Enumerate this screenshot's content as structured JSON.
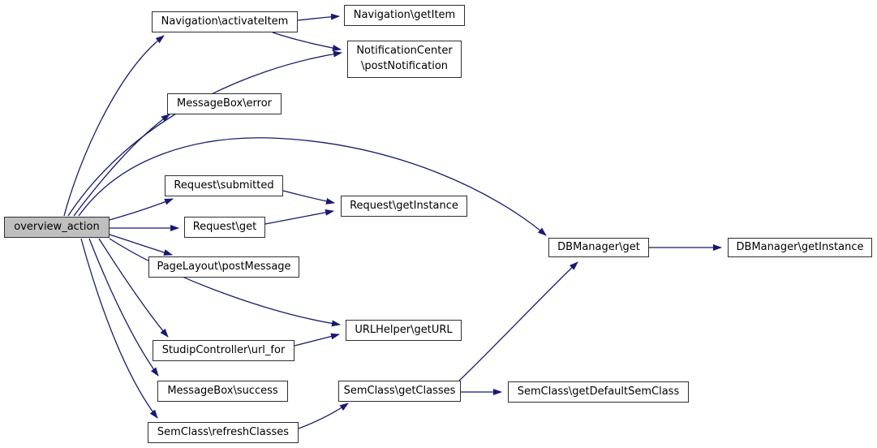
{
  "diagram": {
    "type": "call-graph",
    "colors": {
      "background": "#ffffff",
      "edge": "#191970",
      "node_border": "#2e2e2e",
      "node_fill": "#ffffff",
      "highlight_fill": "#bfbfbf",
      "text": "#000000"
    },
    "nodes": [
      {
        "id": "overview_action",
        "label": "overview_action",
        "highlighted": true
      },
      {
        "id": "navigation_activateitem",
        "label": "Navigation\\activateItem",
        "highlighted": false
      },
      {
        "id": "navigation_getitem",
        "label": "Navigation\\getItem",
        "highlighted": false
      },
      {
        "id": "notificationcenter_postnotification",
        "label": "NotificationCenter\n\\postNotification",
        "highlighted": false
      },
      {
        "id": "messagebox_error",
        "label": "MessageBox\\error",
        "highlighted": false
      },
      {
        "id": "request_submitted",
        "label": "Request\\submitted",
        "highlighted": false
      },
      {
        "id": "request_get",
        "label": "Request\\get",
        "highlighted": false
      },
      {
        "id": "request_getinstance",
        "label": "Request\\getInstance",
        "highlighted": false
      },
      {
        "id": "pagelayout_postmessage",
        "label": "PageLayout\\postMessage",
        "highlighted": false
      },
      {
        "id": "urlhelper_geturl",
        "label": "URLHelper\\getURL",
        "highlighted": false
      },
      {
        "id": "studipcontroller_url_for",
        "label": "StudipController\\url_for",
        "highlighted": false
      },
      {
        "id": "messagebox_success",
        "label": "MessageBox\\success",
        "highlighted": false
      },
      {
        "id": "semclass_refreshclasses",
        "label": "SemClass\\refreshClasses",
        "highlighted": false
      },
      {
        "id": "semclass_getclasses",
        "label": "SemClass\\getClasses",
        "highlighted": false
      },
      {
        "id": "semclass_getdefaultsemclass",
        "label": "SemClass\\getDefaultSemClass",
        "highlighted": false
      },
      {
        "id": "dbmanager_get",
        "label": "DBManager\\get",
        "highlighted": false
      },
      {
        "id": "dbmanager_getinstance",
        "label": "DBManager\\getInstance",
        "highlighted": false
      }
    ],
    "edges": [
      {
        "from": "overview_action",
        "to": "navigation_activateitem"
      },
      {
        "from": "overview_action",
        "to": "notificationcenter_postnotification"
      },
      {
        "from": "overview_action",
        "to": "messagebox_error"
      },
      {
        "from": "overview_action",
        "to": "dbmanager_get"
      },
      {
        "from": "overview_action",
        "to": "request_submitted"
      },
      {
        "from": "overview_action",
        "to": "request_get"
      },
      {
        "from": "overview_action",
        "to": "pagelayout_postmessage"
      },
      {
        "from": "overview_action",
        "to": "urlhelper_geturl"
      },
      {
        "from": "overview_action",
        "to": "studipcontroller_url_for"
      },
      {
        "from": "overview_action",
        "to": "messagebox_success"
      },
      {
        "from": "overview_action",
        "to": "semclass_refreshclasses"
      },
      {
        "from": "navigation_activateitem",
        "to": "navigation_getitem"
      },
      {
        "from": "navigation_activateitem",
        "to": "notificationcenter_postnotification"
      },
      {
        "from": "request_submitted",
        "to": "request_getinstance"
      },
      {
        "from": "request_get",
        "to": "request_getinstance"
      },
      {
        "from": "studipcontroller_url_for",
        "to": "urlhelper_geturl"
      },
      {
        "from": "semclass_refreshclasses",
        "to": "semclass_getclasses"
      },
      {
        "from": "semclass_getclasses",
        "to": "semclass_getdefaultsemclass"
      },
      {
        "from": "semclass_getclasses",
        "to": "dbmanager_get"
      },
      {
        "from": "dbmanager_get",
        "to": "dbmanager_getinstance"
      }
    ]
  }
}
